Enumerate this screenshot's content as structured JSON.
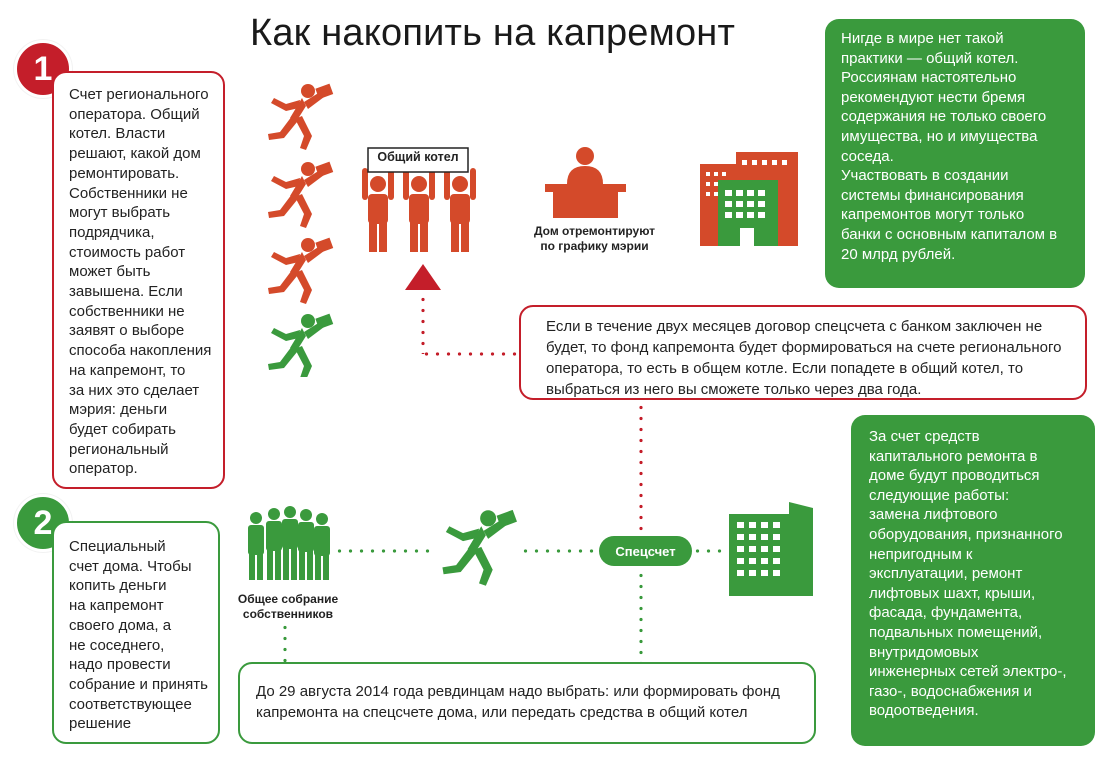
{
  "title": "Как накопить на капремонт",
  "colors": {
    "red": "#c41e2a",
    "orange": "#d44a2a",
    "green": "#3a9a3d"
  },
  "option1": {
    "number": "1",
    "lines": [
      "Счет регионального",
      "оператора. Общий",
      "котел. Власти",
      "решают, какой дом",
      "ремонтировать.",
      "Собственники не",
      "могут выбрать",
      "подрядчика,",
      "стоимость работ",
      "может быть",
      "завышена. Если",
      "собственники не",
      "заявят о выборе",
      "способа накопления",
      "на капремонт, то",
      "за них это сделает",
      "мэрия: деньги",
      "будет собирать",
      "региональный",
      "оператор."
    ]
  },
  "option2": {
    "number": "2",
    "lines": [
      "Специальный",
      "счет дома. Чтобы",
      "копить деньги",
      "на капремонт",
      "своего дома, а",
      "не соседнего,",
      "надо провести",
      "собрание и принять",
      "соответствующее",
      "решение"
    ]
  },
  "common_pot_sign": "Общий котел",
  "city_hall_label": [
    "Дом отремонтируют",
    "по графику мэрии"
  ],
  "owners_meeting_label": [
    "Общее собрание",
    "собственников"
  ],
  "special_account_pill": "Спецсчет",
  "two_months_note": [
    "Если в течение двух месяцев договор спецсчета с банком заключен не",
    "будет, то фонд капремонта будет формироваться на счете регионального",
    "оператора, то есть в общем котле. Если попадете в общий котел, то",
    "выбраться из него вы сможете только через два года."
  ],
  "deadline_note": [
    "До 29 августа 2014 года ревдинцам надо выбрать: или формировать фонд",
    "капремонта на спецсчете дома, или передать средства в общий котел"
  ],
  "green_panel_top": [
    "Нигде в мире нет такой",
    "практики — общий котел.",
    "Россиянам настоятельно",
    "рекомендуют нести бремя",
    "содержания не только своего",
    "имущества, но и имущества",
    "соседа.",
    "Участвовать в создании",
    "системы финансирования",
    "капремонтов могут только",
    "банки с основным капиталом в",
    "20 млрд рублей."
  ],
  "green_panel_bottom": [
    "За счет средств",
    "капитального ремонта в",
    "доме будут проводиться",
    "следующие работы:",
    "замена лифтового",
    "оборудования, признанного",
    "непригодным к",
    "эксплуатации, ремонт",
    "лифтовых шахт, крыши,",
    "фасада, фундамента,",
    "подвальных помещений,",
    "внутридомовых",
    "инженерных сетей электро-,",
    "газо-, водоснабжения и",
    "водоотведения."
  ],
  "icons": [
    "running-man-icon",
    "crowd-icon",
    "building-icon",
    "official-desk-icon",
    "arrow-up-icon"
  ]
}
